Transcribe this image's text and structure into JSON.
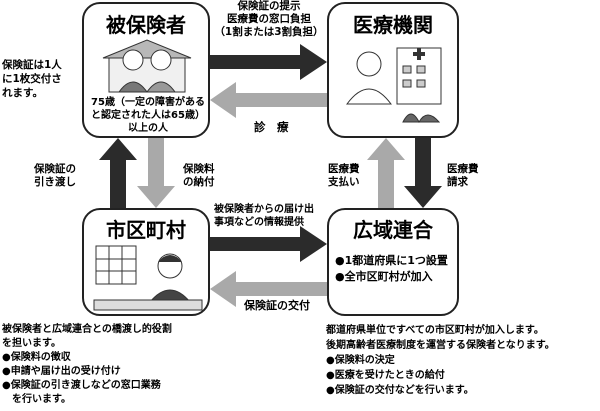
{
  "nodes": {
    "insured": {
      "title": "被保険者",
      "caption": "75歳（一定の障害があると認定された人は65歳）以上の人"
    },
    "medical": {
      "title": "医療機関"
    },
    "municipality": {
      "title": "市区町村"
    },
    "union": {
      "title": "広域連合",
      "bullets": [
        "●1都道府県に1つ設置",
        "●全市区町村が加入"
      ]
    }
  },
  "arrows": {
    "insured_to_medical": [
      "保険証の提示",
      "医療費の窓口負担",
      "（1割または3割負担）"
    ],
    "medical_to_insured": "診　療",
    "municipality_to_insured": [
      "保険証の",
      "引き渡し"
    ],
    "insured_to_municipality": [
      "保険料",
      "の納付"
    ],
    "union_to_medical": [
      "医療費",
      "支払い"
    ],
    "medical_to_union": [
      "医療費",
      "請求"
    ],
    "municipality_to_union": [
      "被保険者からの届け出",
      "事項などの情報提供"
    ],
    "union_to_municipality": "保険証の交付"
  },
  "notes": {
    "card_note": [
      "保険証は1人",
      "に1枚交付さ",
      "れます。"
    ],
    "municipality_role": [
      "被保険者と広域連合との橋渡し的役割",
      "を担います。",
      "●保険料の徴収",
      "●申請や届け出の受け付け",
      "●保険証の引き渡しなどの窓口業務",
      "　を行います。"
    ],
    "union_role": [
      "都道府県単位ですべての市区町村が加入します。",
      "後期高齢者医療制度を運営する保険者となります。",
      "●保険料の決定",
      "●医療を受けたときの給付",
      "●保険証の交付などを行います。"
    ]
  }
}
